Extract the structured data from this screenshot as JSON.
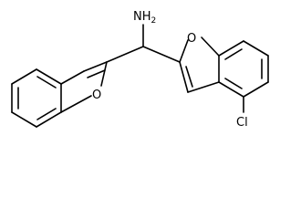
{
  "molecule": {
    "atoms": {
      "amine": {
        "element": "N",
        "hydrogens": "2"
      },
      "furan_oxygen_left": {
        "element": "O"
      },
      "furan_oxygen_right": {
        "element": "O"
      },
      "chlorine": {
        "element": "Cl"
      }
    },
    "labels": {
      "amine_symbol": "NH",
      "amine_subscript": "2",
      "oxygen_left": "O",
      "oxygen_right": "O",
      "chlorine": "Cl"
    }
  }
}
